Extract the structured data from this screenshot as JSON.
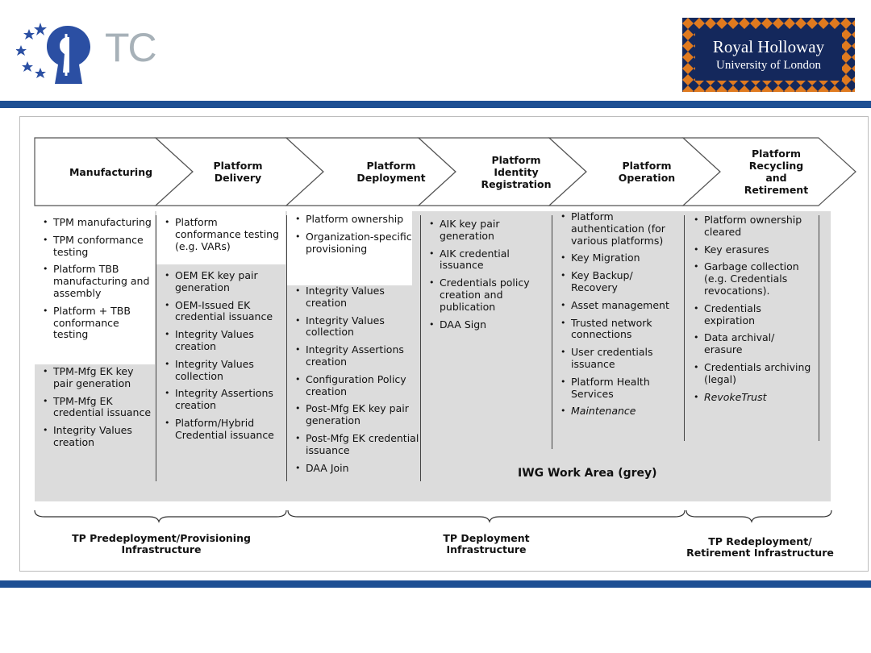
{
  "header": {
    "tc_logo_text": "TC",
    "rh_logo_title": "Royal Holloway",
    "rh_logo_subtitle": "University of London"
  },
  "colors": {
    "accent_blue": "#1d4f93",
    "logo_blue": "#2b4fa3",
    "rh_navy": "#14285c",
    "rh_orange": "#e07a1f",
    "grey_area": "#dcdcdc"
  },
  "phases": [
    {
      "lines": [
        "Manufacturing"
      ]
    },
    {
      "lines": [
        "Platform",
        "Delivery"
      ]
    },
    {
      "lines": [
        "Platform",
        "Deployment"
      ]
    },
    {
      "lines": [
        "Platform",
        "Identity",
        "Registration"
      ]
    },
    {
      "lines": [
        "Platform",
        "Operation"
      ]
    },
    {
      "lines": [
        "Platform",
        "Recycling",
        "and",
        "Retirement"
      ]
    }
  ],
  "columns": {
    "manufacturing_white": [
      "TPM manufacturing",
      "TPM conformance testing",
      "Platform TBB manufacturing and assembly",
      "Platform + TBB conformance testing"
    ],
    "manufacturing_grey": [
      "TPM-Mfg EK key pair generation",
      "TPM-Mfg EK credential issuance",
      "Integrity Values creation"
    ],
    "delivery_white": [
      "Platform conformance testing (e.g. VARs)"
    ],
    "delivery_grey": [
      "OEM EK key pair generation",
      "OEM-Issued EK credential issuance",
      "Integrity Values creation",
      "Integrity Values collection",
      "Integrity Assertions creation",
      "Platform/Hybrid Credential issuance"
    ],
    "deployment_white": [
      "Platform ownership",
      "Organization-specific provisioning"
    ],
    "deployment_grey": [
      "Integrity Values creation",
      "Integrity Values collection",
      "Integrity Assertions creation",
      "Configuration Policy creation",
      "Post-Mfg EK key pair generation",
      "Post-Mfg EK credential issuance",
      "DAA Join"
    ],
    "identity": [
      "AIK key pair generation",
      "AIK credential issuance",
      "Credentials policy creation and publication",
      "DAA Sign"
    ],
    "operation": [
      "Platform authentication (for various platforms)",
      "Key Migration",
      "Key Backup/ Recovery",
      "Asset management",
      "Trusted network connections",
      "User credentials issuance",
      "Platform Health Services",
      "Maintenance"
    ],
    "retirement": [
      "Platform ownership cleared",
      "Key erasures",
      "Garbage collection (e.g. Credentials revocations).",
      "Credentials expiration",
      "Data archival/ erasure",
      "Credentials archiving (legal)",
      "RevokeTrust"
    ]
  },
  "iwg_label": "IWG Work Area (grey)",
  "braces": [
    {
      "lines": [
        "TP Predeployment/Provisioning",
        "Infrastructure"
      ]
    },
    {
      "lines": [
        "TP Deployment",
        "Infrastructure"
      ]
    },
    {
      "lines": [
        "TP Redeployment/",
        "Retirement Infrastructure"
      ]
    }
  ]
}
